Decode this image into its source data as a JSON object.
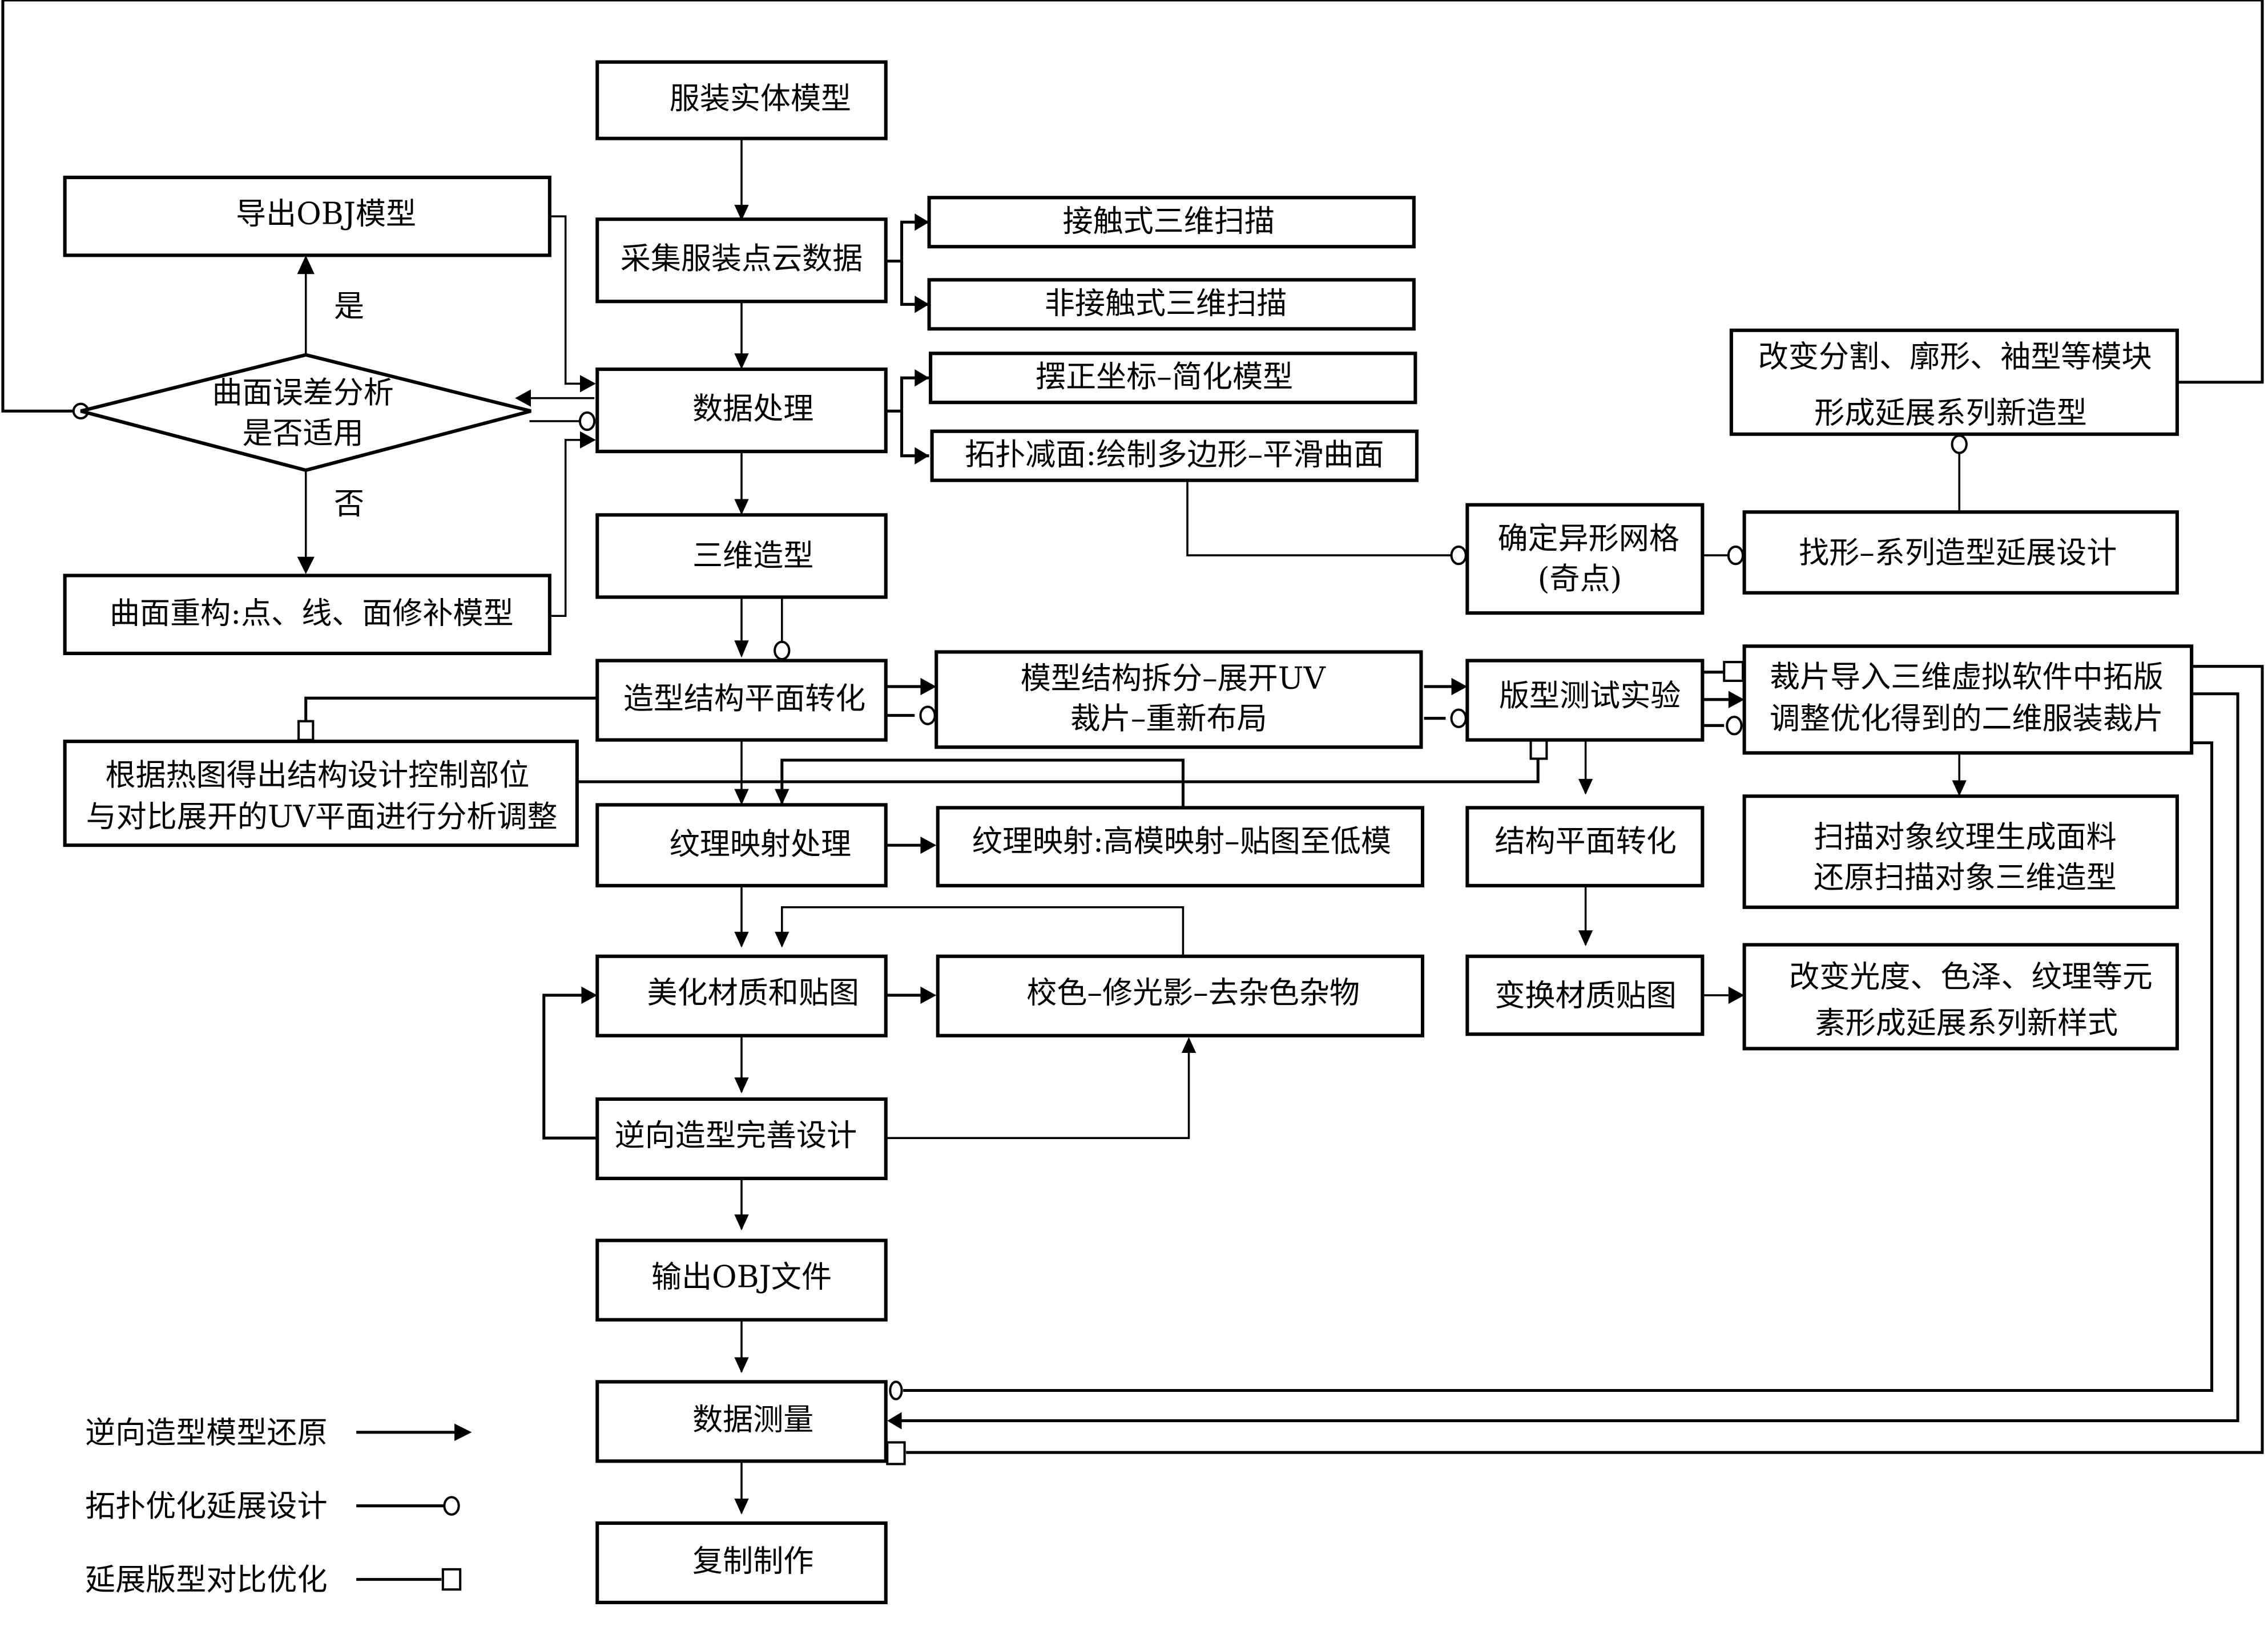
{
  "nodes": {
    "solid_model": "服装实体模型",
    "collect_point_cloud": "采集服装点云数据",
    "contact_scan": "接触式三维扫描",
    "noncontact_scan": "非接触式三维扫描",
    "data_processing": "数据处理",
    "align_simplify": "摆正坐标–简化模型",
    "topology_reduce": "拓扑减面:绘制多边形–平滑曲面",
    "export_obj_model": "导出OBJ模型",
    "surface_error_line1": "曲面误差分析",
    "surface_error_line2": "是否适用",
    "yes_label": "是",
    "no_label": "否",
    "surface_rebuild": "曲面重构:点、线、面修补模型",
    "three_d_modeling": "三维造型",
    "irregular_mesh_line1": "确定异形网格",
    "irregular_mesh_line2": "(奇点)",
    "form_finding": "找形–系列造型延展设计",
    "change_modules_line1": "改变分割、廓形、袖型等模块",
    "change_modules_line2": "形成延展系列新造型",
    "structure_flatten": "造型结构平面转化",
    "split_uv_line1": "模型结构拆分–展开UV",
    "split_uv_line2": "裁片–重新布局",
    "pattern_test": "版型测试实验",
    "import_pieces_line1": "裁片导入三维虚拟软件中拓版",
    "import_pieces_line2": "调整优化得到的二维服装裁片",
    "heatmap_line1": "根据热图得出结构设计控制部位",
    "heatmap_line2": "与对比展开的UV平面进行分析调整",
    "texture_mapping_proc": "纹理映射处理",
    "texture_mapping_detail": "纹理映射:高模映射–贴图至低模",
    "structure_plane": "结构平面转化",
    "scan_texture_line1": "扫描对象纹理生成面料",
    "scan_texture_line2": "还原扫描对象三维造型",
    "beautify_material": "美化材质和贴图",
    "color_correct": "校色–修光影–去杂色杂物",
    "change_material": "变换材质贴图",
    "change_gloss_line1": "改变光度、色泽、纹理等元",
    "change_gloss_line2": "素形成延展系列新样式",
    "reverse_design": "逆向造型完善设计",
    "output_obj": "输出OBJ文件",
    "measure": "数据测量",
    "replicate": "复制制作"
  },
  "legend": [
    {
      "label": "逆向造型模型还原",
      "marker": "arrow"
    },
    {
      "label": "拓扑优化延展设计",
      "marker": "circle"
    },
    {
      "label": "延展版型对比优化",
      "marker": "square"
    }
  ]
}
